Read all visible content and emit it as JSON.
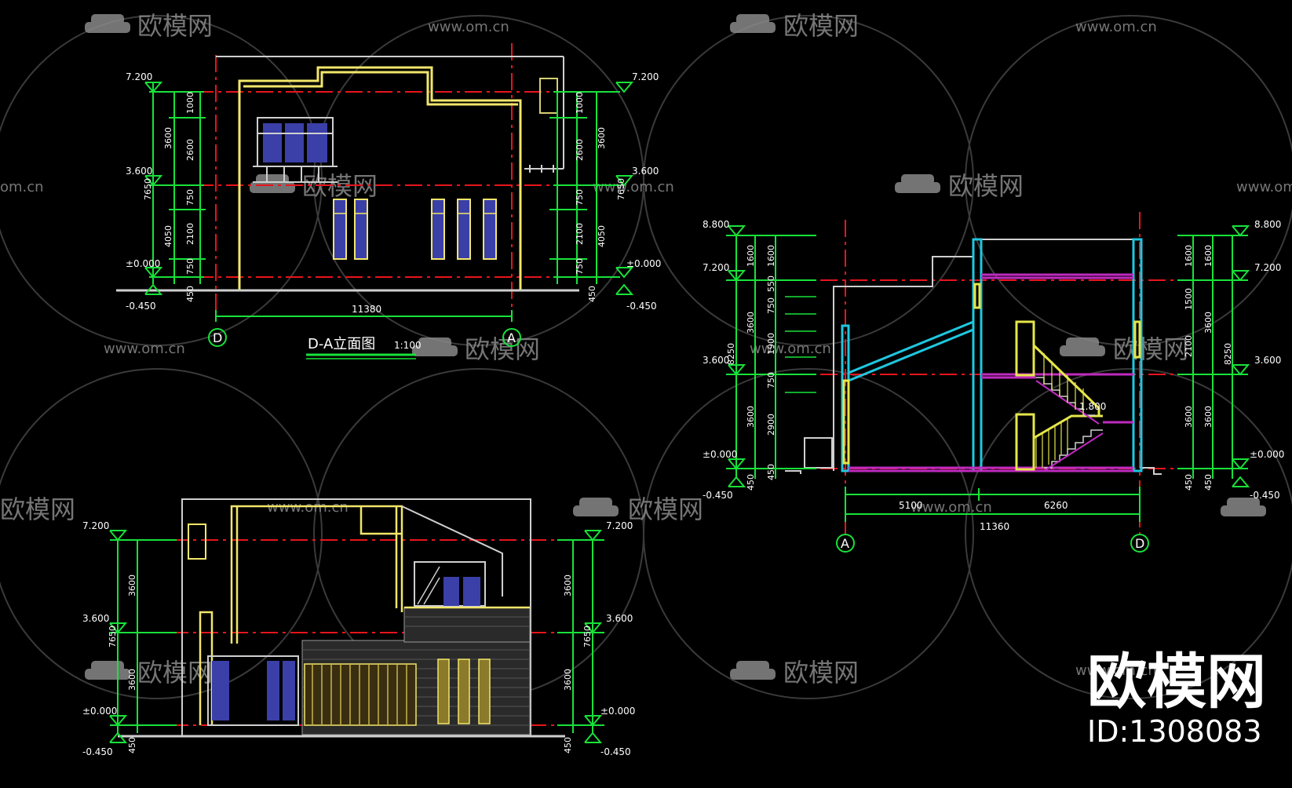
{
  "watermarks": {
    "brand": "欧模网",
    "url": "www.om.cn",
    "url_short": "om.cn",
    "brand_big": "欧模网",
    "id_text": "ID:1308083"
  },
  "elev1": {
    "title": "D-A立面图",
    "scale": "1:100",
    "axis_left": "D",
    "axis_right": "A",
    "total_width": "11380",
    "levels": [
      "7.200",
      "3.600",
      "±0.000",
      "-0.450"
    ],
    "dims_left_outer": [
      "3600",
      "7650",
      "4050"
    ],
    "dims_left_inner": [
      "1000",
      "2600",
      "750",
      "2100",
      "750",
      "450"
    ],
    "dims_right_outer": [
      "3600",
      "7650",
      "4050"
    ],
    "dims_right_inner": [
      "1000",
      "2600",
      "750",
      "2100",
      "750",
      "450"
    ]
  },
  "elev2": {
    "levels": [
      "7.200",
      "3.600",
      "±0.000",
      "-0.450"
    ],
    "dims_left": [
      "3600",
      "7650",
      "3600",
      "450"
    ],
    "dims_right": [
      "3600",
      "7650",
      "3600",
      "450"
    ]
  },
  "section": {
    "axis_left": "A",
    "axis_right": "D",
    "levels": [
      "8.800",
      "7.200",
      "3.600",
      "±0.000",
      "-0.450"
    ],
    "dims_left_outer": [
      "1600",
      "3600",
      "8250",
      "3600",
      "450"
    ],
    "dims_left_inner": [
      "1600",
      "550",
      "750",
      "1900",
      "750",
      "2900",
      "450"
    ],
    "dims_right_outer": [
      "1600",
      "3600",
      "8250",
      "3600",
      "450"
    ],
    "dims_right_inner": [
      "1600",
      "1500",
      "2100",
      "3600",
      "450"
    ],
    "stair_level": "1.800",
    "span_left": "5100",
    "span_right": "6260",
    "span_total": "11360"
  }
}
